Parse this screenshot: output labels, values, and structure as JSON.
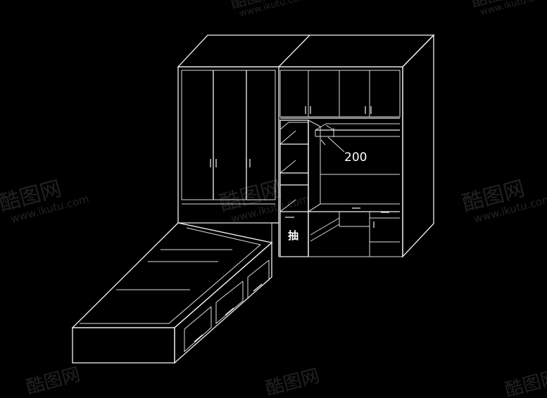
{
  "drawing": {
    "background_color": "#000000",
    "line_color": "#f2f2f2",
    "dimension_label": "200",
    "drawer_label": "抽"
  },
  "watermark": {
    "brand": "酷图网",
    "url": "www.ikutu.com",
    "icon": "k-logo-icon"
  }
}
